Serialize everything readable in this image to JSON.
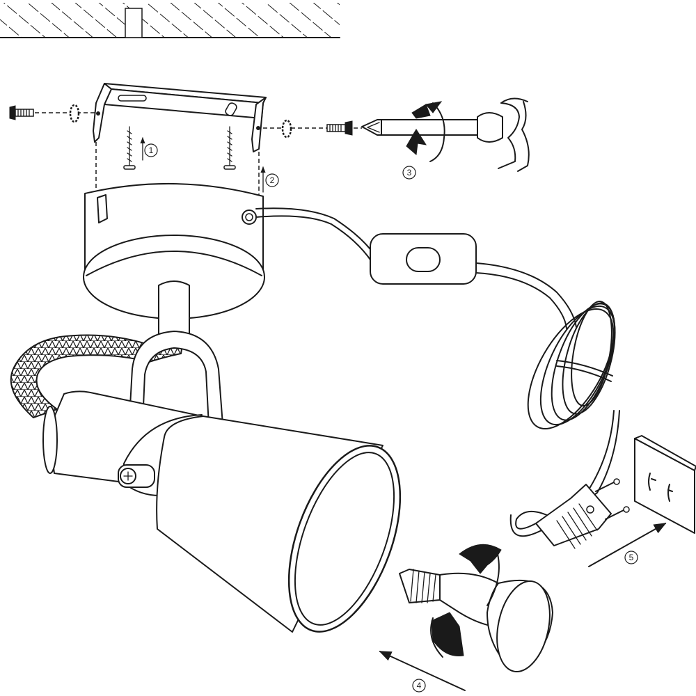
{
  "steps": [
    {
      "label": "1"
    },
    {
      "label": "2"
    },
    {
      "label": "3"
    },
    {
      "label": "4"
    },
    {
      "label": "5"
    }
  ],
  "icons": {
    "ceiling": "ceiling-hatch",
    "bracket": "mounting-bracket",
    "screws": "screw",
    "washers": "lock-washer",
    "screwdriver": "screwdriver",
    "base": "canopy-base",
    "switch": "inline-switch",
    "cable": "coiled-cable",
    "plug": "euro-plug",
    "socket": "wall-socket",
    "lamp": "spot-lamp-shade",
    "bulb": "reflector-bulb"
  }
}
